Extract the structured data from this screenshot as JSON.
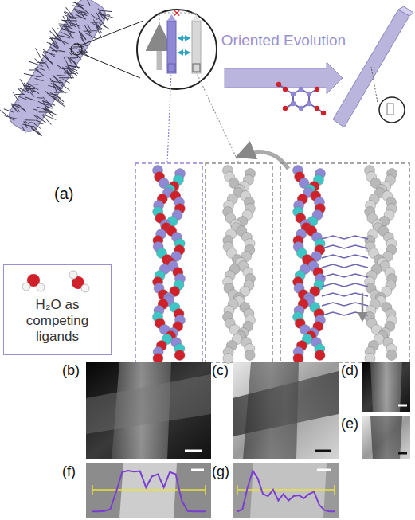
{
  "diagram": {
    "nodes": [
      {
        "text": [
          "H₂O as competing ligands"
        ]
      }
    ],
    "labels": [
      "(a)",
      "Oriented Evolution",
      "(b)",
      "(c)",
      "(d)",
      "(e)",
      "(f)",
      "(g)"
    ]
  }
}
